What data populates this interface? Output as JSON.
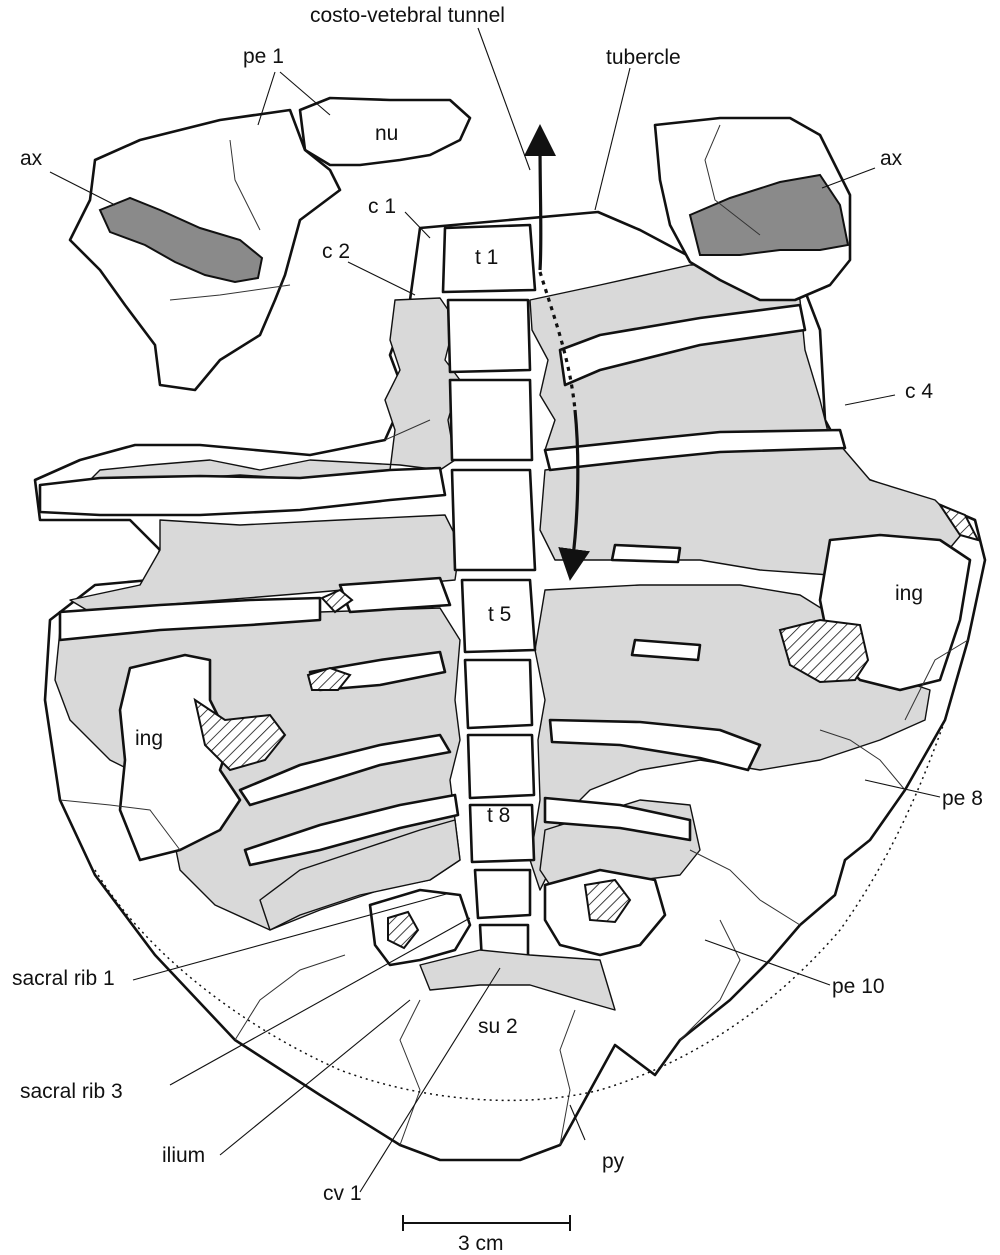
{
  "labels": {
    "costo_vetebral_tunnel": "costo-vetebral tunnel",
    "tubercle": "tubercle",
    "pe1": "pe 1",
    "nu": "nu",
    "ax_left": "ax",
    "ax_right": "ax",
    "c1": "c 1",
    "c2": "c 2",
    "c4": "c 4",
    "t1": "t 1",
    "t5": "t 5",
    "t8": "t 8",
    "ing_left": "ing",
    "ing_right": "ing",
    "pe8": "pe 8",
    "pe10": "pe 10",
    "sacral_rib_1": "sacral rib 1",
    "sacral_rib_3": "sacral rib 3",
    "ilium": "ilium",
    "cv1": "cv 1",
    "su2": "su 2",
    "py": "py"
  },
  "scale_bar": {
    "label": "3 cm"
  },
  "colors": {
    "outline": "#111111",
    "bone_fill": "#ffffff",
    "rib_fill": "#d9d9d9",
    "axillary_fill": "#8a8a8a"
  }
}
